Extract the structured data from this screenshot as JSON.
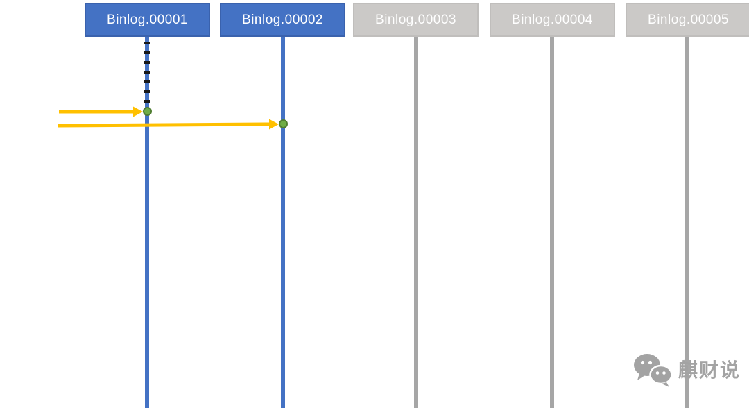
{
  "binlogs": [
    {
      "label": "Binlog.00001",
      "state": "active"
    },
    {
      "label": "Binlog.00002",
      "state": "active"
    },
    {
      "label": "Binlog.00003",
      "state": "inactive"
    },
    {
      "label": "Binlog.00004",
      "state": "inactive"
    },
    {
      "label": "Binlog.00005",
      "state": "inactive"
    }
  ],
  "colors": {
    "active_box": "#4472c4",
    "active_box_border": "#3a62ad",
    "inactive_box": "#cbc9c7",
    "inactive_box_border": "#c0bebc",
    "active_line": "#4472c4",
    "inactive_line": "#a6a6a6",
    "event_dash": "#1a1a1a",
    "arrow": "#ffc000",
    "marker_fill": "#6fad47",
    "marker_border": "#507e32",
    "watermark": "#a3a3a3"
  },
  "watermark": {
    "label": "麒财说"
  }
}
